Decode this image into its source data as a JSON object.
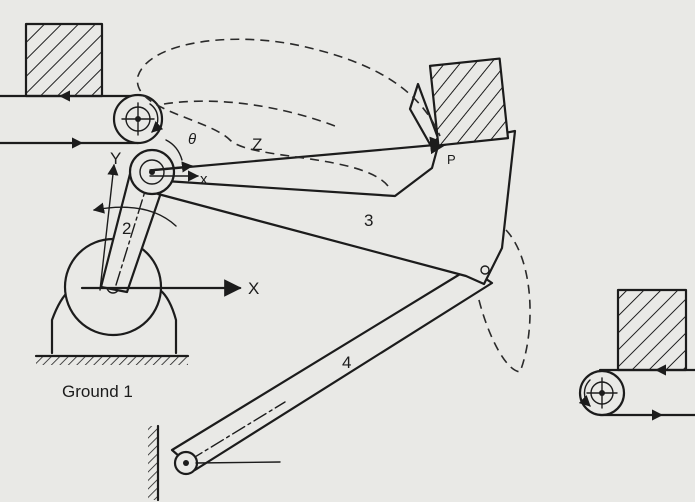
{
  "labels": {
    "theta": "θ",
    "z": "Z",
    "p": "P",
    "x_local": "x",
    "y_axis": "Y",
    "x_axis": "X",
    "link_2": "2",
    "link_3": "3",
    "link_4": "4",
    "ground": "Ground 1"
  }
}
